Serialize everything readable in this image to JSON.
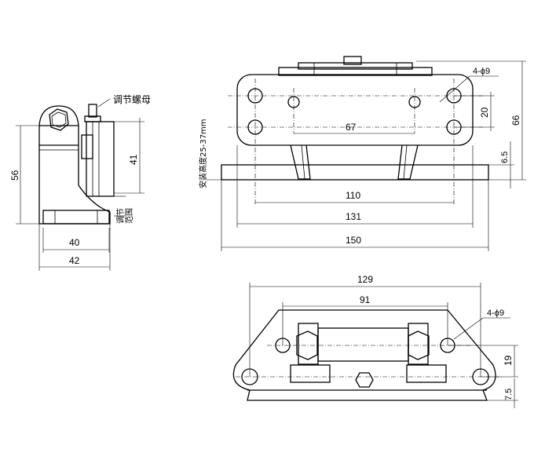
{
  "side_view": {
    "adjust_nut_label": "调节螺母",
    "adjust_range_label": [
      "调节",
      "范围"
    ],
    "dim_height": "56",
    "dim_inner_height": "41",
    "dim_base_inner": "40",
    "dim_base_outer": "42"
  },
  "front_view": {
    "holes_label": "4-ϕ9",
    "install_height_label": "安装高度25-37mm",
    "dim_67": "67",
    "dim_20": "20",
    "dim_66": "66",
    "dim_6_5": "6.5",
    "dim_110": "110",
    "dim_131": "131",
    "dim_150": "150"
  },
  "top_view": {
    "dim_129": "129",
    "dim_91": "91",
    "holes_label": "4-ϕ9",
    "dim_19": "19",
    "dim_7_5": "7.5"
  }
}
